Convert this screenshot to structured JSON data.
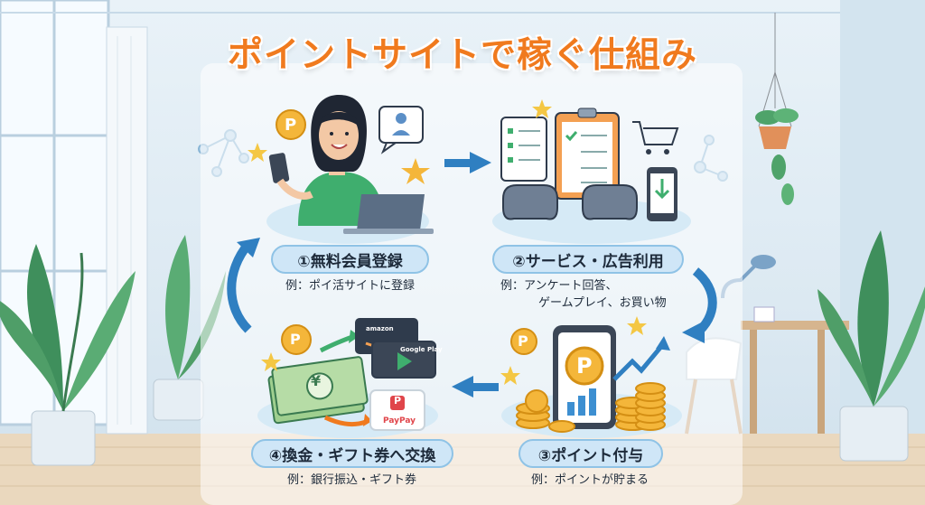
{
  "title": "ポイントサイトで稼ぐ仕組み",
  "steps": [
    {
      "label": "①無料会員登録",
      "example_lines": [
        "例：ポイ活サイトに登録"
      ]
    },
    {
      "label": "②サービス・広告利用",
      "example_lines": [
        "例：アンケート回答、",
        "ゲームプレイ、お買い物"
      ]
    },
    {
      "label": "③ポイント付与",
      "example_lines": [
        "例：ポイントが貯まる"
      ]
    },
    {
      "label": "④換金・ギフト券へ交換",
      "example_lines": [
        "例：銀行振込・ギフト券"
      ]
    }
  ],
  "icons": {
    "point_coin": "P",
    "currency": "¥",
    "amazon": "amazon",
    "google_play": "Google Play",
    "paypay_logo": "P",
    "paypay": "PayPay"
  },
  "colors": {
    "title": "#f07a1e",
    "pill_bg": "#cfe6f7",
    "arrow": "#2f7fc1",
    "coin": "#f4b63a",
    "shirt": "#3fae6e"
  }
}
